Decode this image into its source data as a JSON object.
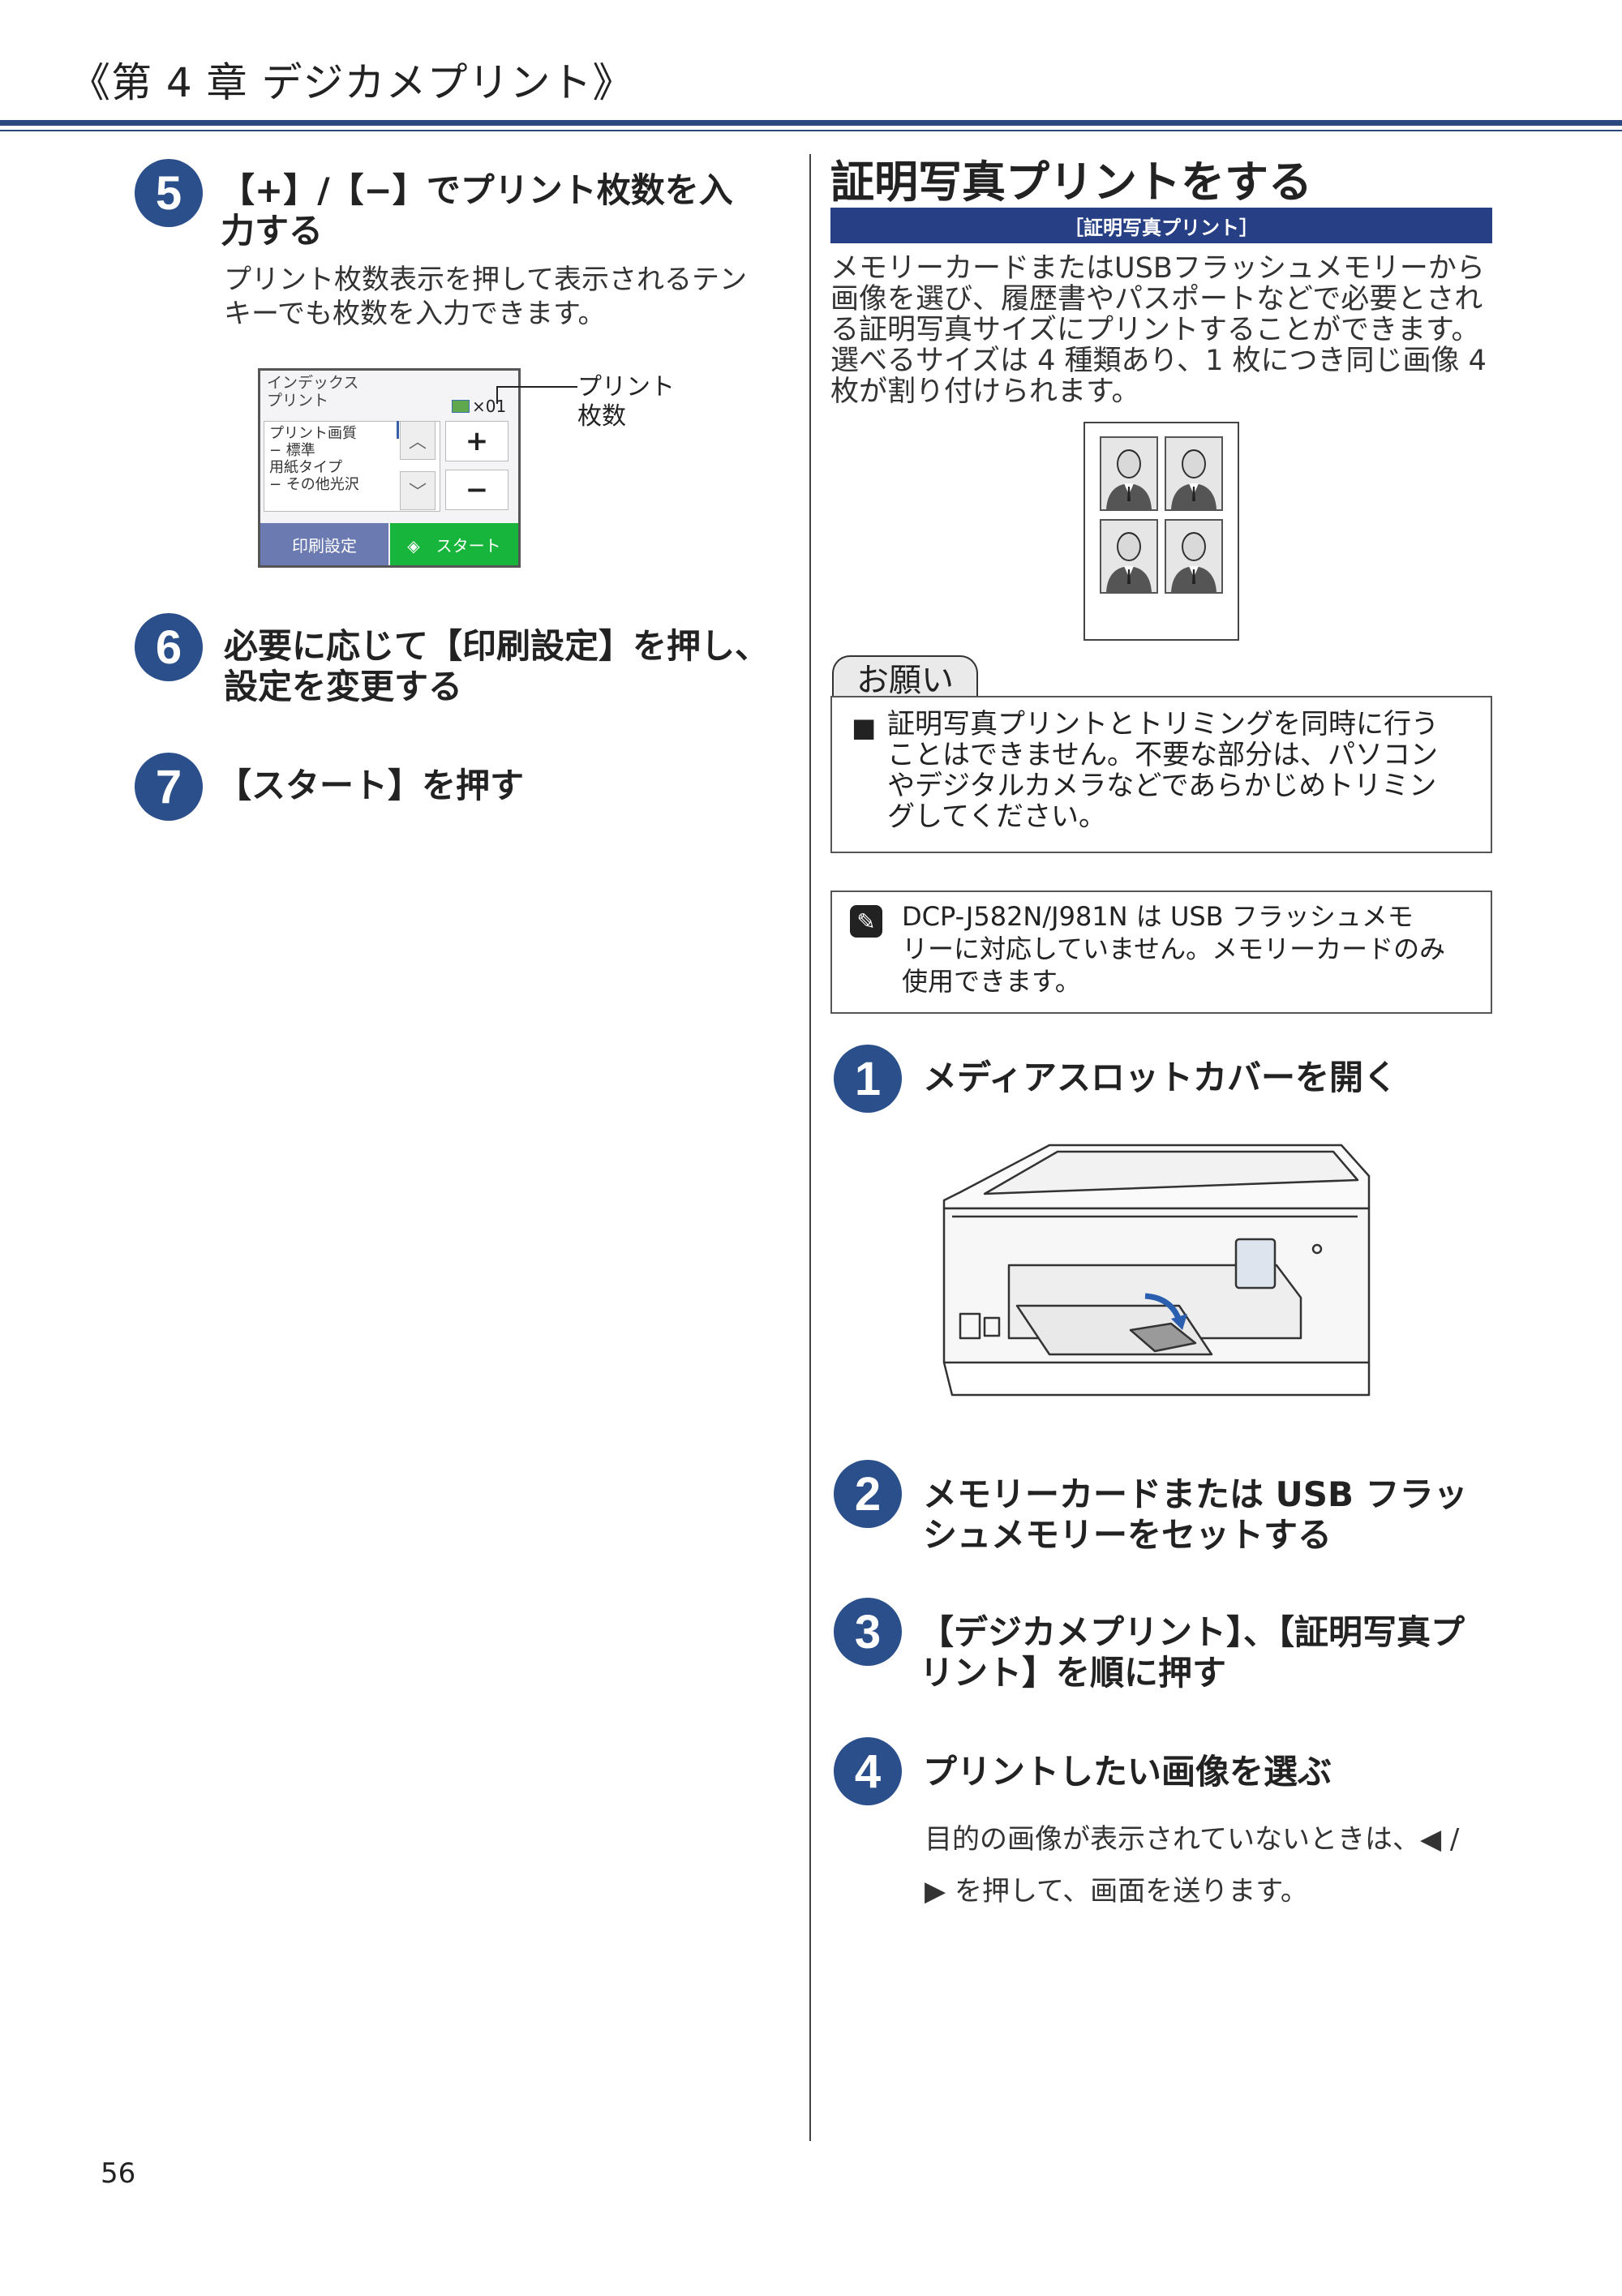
{
  "header": {
    "chapter_title": "《第 4 章 デジカメプリント》"
  },
  "left": {
    "step5": {
      "number": "5",
      "title_line1": "【+】/【−】でプリント枚数を入",
      "title_line2": "力する",
      "body_line1": "プリント枚数表示を押して表示されるテン",
      "body_line2": "キーでも枚数を入力できます。"
    },
    "lcd": {
      "title_line1": "インデックス",
      "title_line2": "プリント",
      "count": "×01",
      "menu_line1": "プリント画質",
      "menu_line2": "− 標準",
      "menu_line3": "用紙タイプ",
      "menu_line4": "− その他光沢",
      "up_arrow": "︿",
      "down_arrow": "﹀",
      "plus": "+",
      "minus": "−",
      "print_settings": "印刷設定",
      "start": "◈　スタート",
      "callout_line1": "プリント",
      "callout_line2": "枚数"
    },
    "step6": {
      "number": "6",
      "title_line1": "必要に応じて【印刷設定】を押し、",
      "title_line2": "設定を変更する"
    },
    "step7": {
      "number": "7",
      "title": "【スタート】を押す"
    }
  },
  "right": {
    "section_title": "証明写真プリントをする",
    "section_label": "［証明写真プリント］",
    "intro_line1": "メモリーカードまたはUSBフラッシュメモリーから",
    "intro_line2": "画像を選び、履歴書やパスポートなどで必要とされ",
    "intro_line3": "る証明写真サイズにプリントすることができます。",
    "intro_line4": "選べるサイズは 4 種類あり、1 枚につき同じ画像 4",
    "intro_line5": "枚が割り付けられます。",
    "notice": {
      "tab_label": "お願い",
      "bullet": "■",
      "line1": "証明写真プリントとトリミングを同時に行う",
      "line2": "ことはできません。不要な部分は、パソコン",
      "line3": "やデジタルカメラなどであらかじめトリミン",
      "line4": "グしてください。"
    },
    "memo": {
      "icon": "✎",
      "line1": "DCP-J582N/J981N は USB フラッシュメモ",
      "line2": "リーに対応していません。メモリーカードのみ",
      "line3": "使用できます。"
    },
    "step1": {
      "number": "1",
      "title": "メディアスロットカバーを開く"
    },
    "step2": {
      "number": "2",
      "title_line1": "メモリーカードまたは USB フラッ",
      "title_line2": "シュメモリーをセットする"
    },
    "step3": {
      "number": "3",
      "title_line1": "【デジカメプリント】、【証明写真プ",
      "title_line2": "リント】を順に押す"
    },
    "step4": {
      "number": "4",
      "title": "プリントしたい画像を選ぶ",
      "body_line1": "目的の画像が表示されていないときは、◀ /",
      "body_line2": "▶ を押して、画面を送ります。"
    }
  },
  "footer": {
    "page_number": "56"
  }
}
